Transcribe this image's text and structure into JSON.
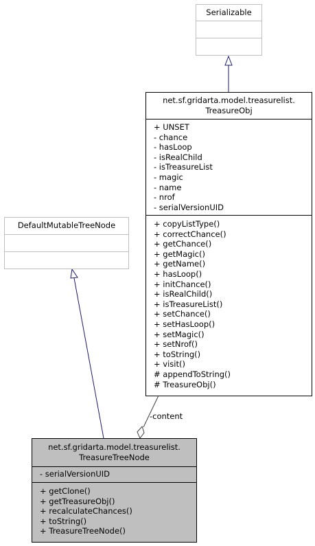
{
  "classes": {
    "serializable": {
      "title": [
        "Serializable"
      ],
      "attributes": [],
      "methods": []
    },
    "treasure_obj": {
      "title": [
        "net.sf.gridarta.model.treasurelist.",
        "TreasureObj"
      ],
      "attributes": [
        "+ UNSET",
        "- chance",
        "- hasLoop",
        "- isRealChild",
        "- isTreasureList",
        "- magic",
        "- name",
        "- nrof",
        "- serialVersionUID"
      ],
      "methods": [
        "+ copyListType()",
        "+ correctChance()",
        "+ getChance()",
        "+ getMagic()",
        "+ getName()",
        "+ hasLoop()",
        "+ initChance()",
        "+ isRealChild()",
        "+ isTreasureList()",
        "+ setChance()",
        "+ setHasLoop()",
        "+ setMagic()",
        "+ setNrof()",
        "+ toString()",
        "+ visit()",
        "# appendToString()",
        "# TreasureObj()"
      ]
    },
    "default_mutable_tree_node": {
      "title": [
        "DefaultMutableTreeNode"
      ],
      "attributes": [],
      "methods": []
    },
    "treasure_tree_node": {
      "title": [
        "net.sf.gridarta.model.treasurelist.",
        "TreasureTreeNode"
      ],
      "attributes": [
        "- serialVersionUID"
      ],
      "methods": [
        "+ getClone()",
        "+ getTreasureObj()",
        "+ recalculateChances()",
        "+ toString()",
        "+ TreasureTreeNode()"
      ]
    }
  },
  "relations": {
    "content_label": "-content"
  },
  "colors": {
    "focus_fill": "#bfbfbf",
    "external_border": "#bfbfbf",
    "inheritance_edge": "#191970",
    "association_edge": "#404040"
  }
}
